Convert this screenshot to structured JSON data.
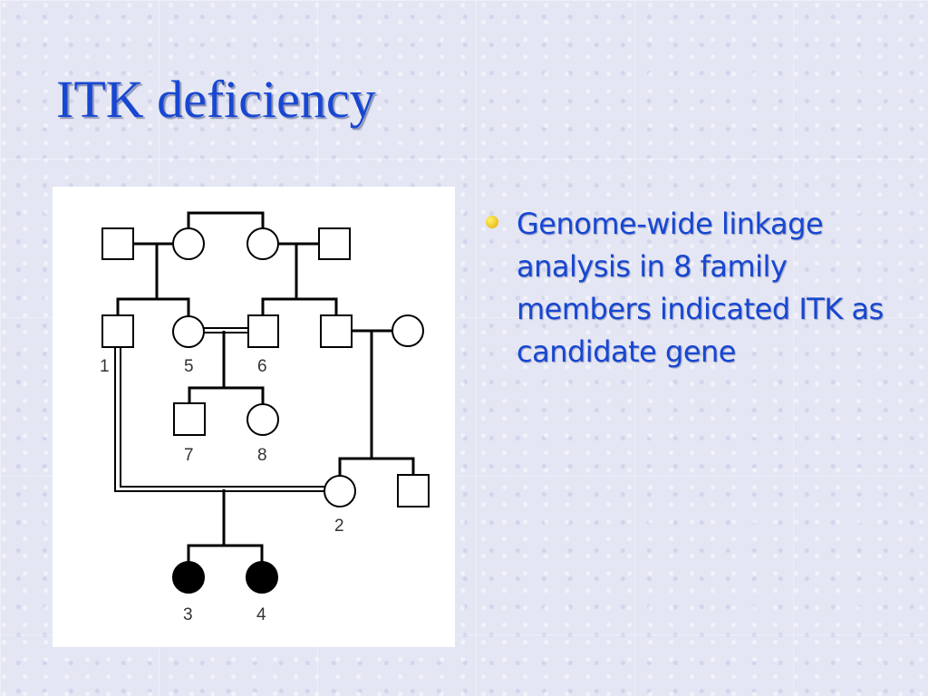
{
  "slide": {
    "title": "ITK deficiency"
  },
  "bullets": [
    {
      "text": "Genome-wide linkage analysis in 8 family members indicated ITK as candidate gene"
    }
  ],
  "pedigree": {
    "labels": {
      "id1": "1",
      "id2": "2",
      "id3": "3",
      "id4": "4",
      "id5": "5",
      "id6": "6",
      "id7": "7",
      "id8": "8"
    },
    "colors": {
      "affected": "#000000",
      "unaffected": "#ffffff",
      "title": "#1747d2",
      "bullet": "#f0c000"
    }
  }
}
